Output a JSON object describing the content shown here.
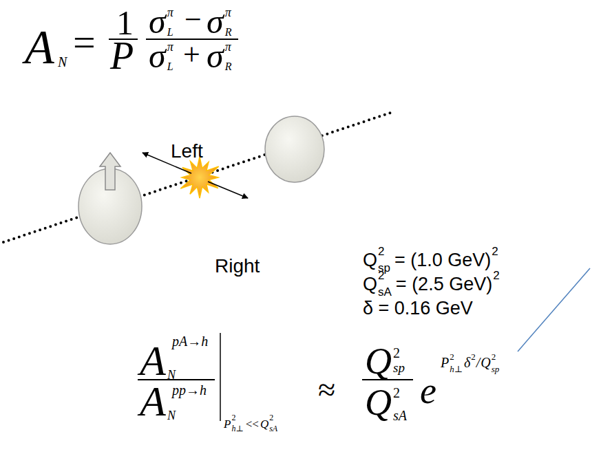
{
  "diagram": {
    "labels": [
      "A",
      "N",
      "=",
      "1",
      "P",
      "σ",
      "π",
      "L",
      "−",
      "σ",
      "π",
      "R",
      "σ",
      "π",
      "L",
      "+",
      "σ",
      "π",
      "R",
      "Left",
      "Right",
      "Q",
      "2",
      "sp",
      "= (1.0 GeV)",
      "2",
      "Q",
      "2",
      "sA",
      "= (2.5 GeV)",
      "2",
      "δ = 0.16 GeV",
      "A",
      "pA→h",
      "N",
      "A",
      "pp→h",
      "N",
      "P",
      "2",
      "h⊥",
      "<<",
      "Q",
      "2",
      "sA",
      "≈",
      "Q",
      "2",
      "sp",
      "Q",
      "2",
      "sA",
      "e",
      "P",
      "2",
      "h⊥",
      "δ",
      "2",
      "/",
      "Q",
      "2",
      "sp"
    ]
  }
}
